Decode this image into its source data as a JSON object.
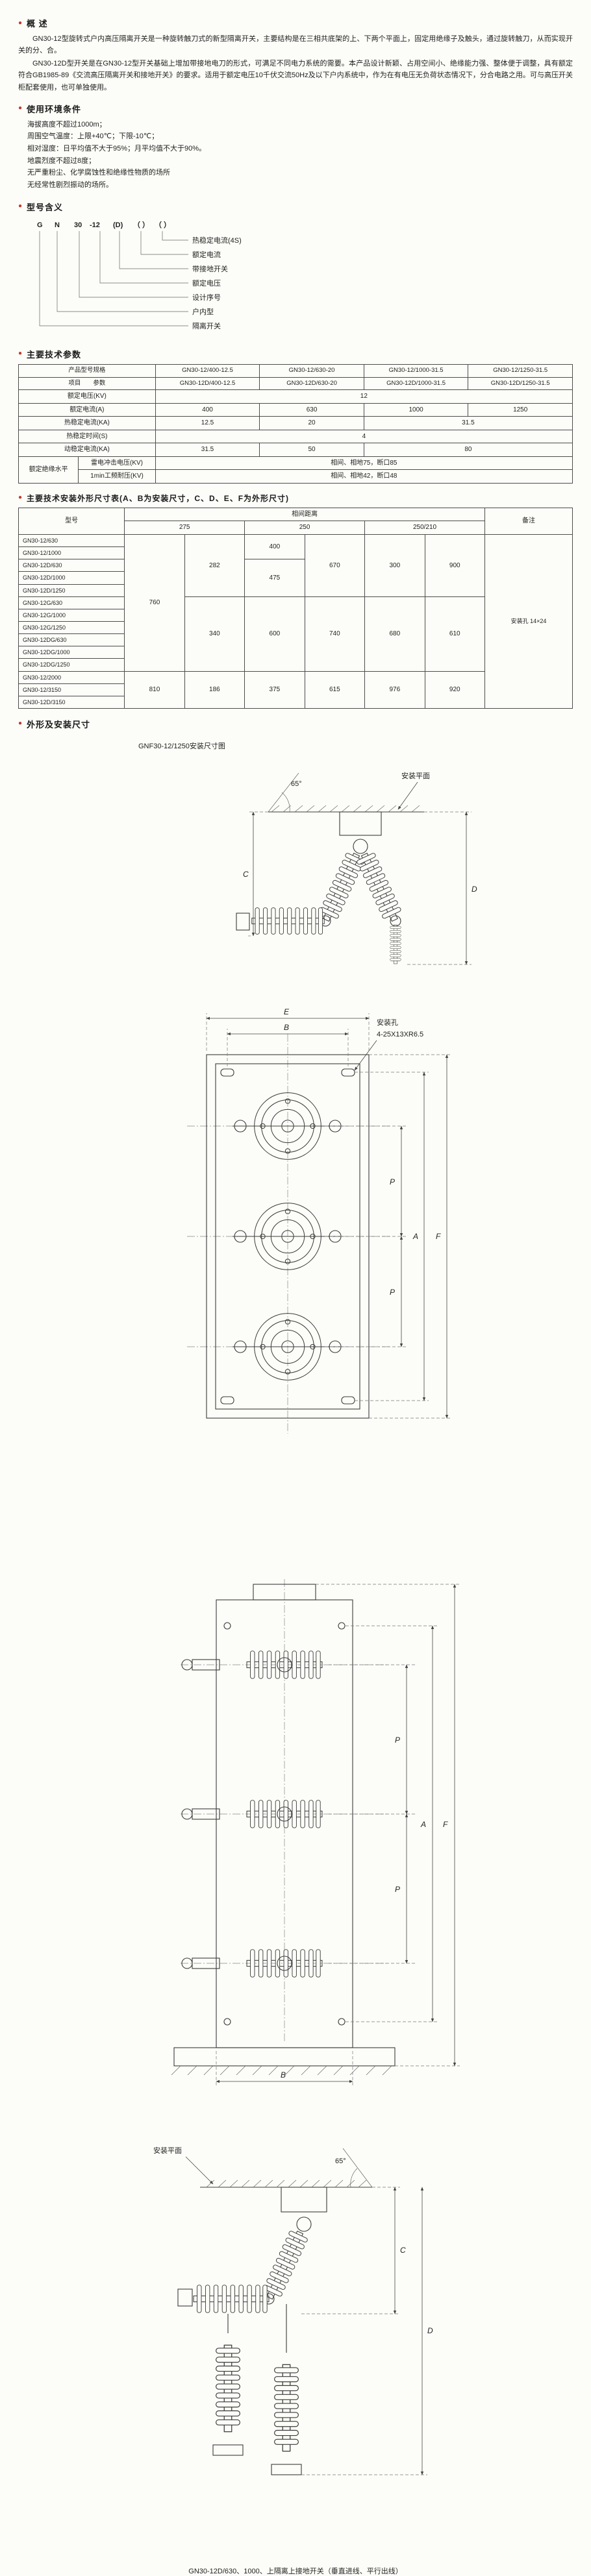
{
  "page": {
    "bullet": "●",
    "accent": "#c0392b"
  },
  "sections": {
    "overview": {
      "title": "概 述",
      "paragraphs": [
        "GN30-12型旋转式户内高压隔离开关是一种旋转触刀式的新型隔离开关，主要结构是在三相共底架的上、下两个平面上，固定用绝缘子及触头，通过旋转触刀，从而实现开关的分、合。",
        "GN30-12D型开关是在GN30-12型开关基础上增加带接地电刀的形式，可满足不同电力系统的需要。本产品设计新颖、占用空间小、绝缘能力强、整体便于调整，具有额定符合GB1985-89《交流高压隔离开关和接地开关》的要求。适用于额定电压10千伏交流50Hz及以下户内系统中，作为在有电压无负荷状态情况下，分合电路之用。可与高压开关柜配套使用，也可单独使用。"
      ]
    },
    "environment": {
      "title": "使用环境条件",
      "lines": [
        "海拔高度不超过1000m；",
        "周围空气温度：上限+40℃；下限-10℃；",
        "相对湿度：日平均值不大于95%；月平均值不大于90%。",
        "地震烈度不超过8度；",
        "无严重粉尘、化学腐蚀性和绝缘性物质的场所",
        "无经常性剧烈振动的场所。"
      ]
    },
    "model": {
      "title": "型号含义",
      "tokens": [
        "G",
        "N",
        "30",
        "-12",
        "(D)",
        "（ ）",
        "（ ）"
      ],
      "labels": [
        "热稳定电流(4S)",
        "额定电流",
        "带接地开关",
        "额定电压",
        "设计序号",
        "户内型",
        "隔离开关"
      ]
    },
    "params": {
      "title": "主要技术参数",
      "table": [
        [
          {
            "t": "产品型号规格",
            "h": true,
            "cs": 2,
            "cls": "corner"
          },
          {
            "t": "GN30-12/400-12.5",
            "h": true
          },
          {
            "t": "GN30-12/630-20",
            "h": true
          },
          {
            "t": "GN30-12/1000-31.5",
            "h": true
          },
          {
            "t": "GN30-12/1250-31.5",
            "h": true
          }
        ],
        [
          {
            "t": "项目　　参数",
            "h": true,
            "cs": 2,
            "cls": "corner"
          },
          {
            "t": "GN30-12D/400-12.5",
            "h": true
          },
          {
            "t": "GN30-12D/630-20",
            "h": true
          },
          {
            "t": "GN30-12D/1000-31.5",
            "h": true
          },
          {
            "t": "GN30-12D/1250-31.5",
            "h": true
          }
        ],
        [
          {
            "t": "额定电压(KV)",
            "cs": 2
          },
          {
            "t": "12",
            "cs": 4
          }
        ],
        [
          {
            "t": "额定电流(A)",
            "cs": 2
          },
          {
            "t": "400"
          },
          {
            "t": "630"
          },
          {
            "t": "1000"
          },
          {
            "t": "1250"
          }
        ],
        [
          {
            "t": "热稳定电流(KA)",
            "cs": 2
          },
          {
            "t": "12.5"
          },
          {
            "t": "20"
          },
          {
            "t": "31.5",
            "cs": 2
          }
        ],
        [
          {
            "t": "热稳定时间(S)",
            "cs": 2
          },
          {
            "t": "4",
            "cs": 4
          }
        ],
        [
          {
            "t": "动稳定电流(KA)",
            "cs": 2
          },
          {
            "t": "31.5"
          },
          {
            "t": "50"
          },
          {
            "t": "80",
            "cs": 2
          }
        ],
        [
          {
            "t": "额定绝缘水平",
            "rs": 2
          },
          {
            "t": "雷电冲击电压(KV)"
          },
          {
            "t": "相间、相地75，断口85",
            "cs": 4
          }
        ],
        [
          {
            "t": "1min工频耐压(KV)"
          },
          {
            "t": "相间、相地42，断口48",
            "cs": 4
          }
        ]
      ]
    },
    "dims": {
      "title": "主要技术安装外形尺寸表(A、B为安装尺寸，C、D、E、F为外形尺寸)",
      "table": [
        [
          {
            "t": "型号",
            "h": true,
            "rs": 2
          },
          {
            "t": "相间距离",
            "h": true,
            "cs": 6
          },
          {
            "t": "备注",
            "h": true,
            "rs": 2
          }
        ],
        [
          {
            "t": "275",
            "h": true,
            "cs": 2
          },
          {
            "t": "250",
            "h": true,
            "cs": 2
          },
          {
            "t": "250/210",
            "h": true,
            "cs": 2
          }
        ],
        [
          {
            "t": "GN30-12/630",
            "cls": "mod"
          },
          {
            "t": "760",
            "rs": 11
          },
          {
            "t": "282",
            "rs": 5
          },
          {
            "t": "400",
            "rs": 2
          },
          {
            "t": "670",
            "rs": 5
          },
          {
            "t": "300",
            "rs": 5
          },
          {
            "t": "900",
            "rs": 5
          },
          {
            "t": "安装孔 14×24",
            "rs": 14,
            "cls": "note"
          }
        ],
        [
          {
            "t": "GN30-12/1000",
            "cls": "mod"
          }
        ],
        [
          {
            "t": "GN30-12D/630",
            "cls": "mod"
          },
          {
            "t": "475",
            "rs": 3
          }
        ],
        [
          {
            "t": "GN30-12D/1000",
            "cls": "mod"
          }
        ],
        [
          {
            "t": "GN30-12D/1250",
            "cls": "mod"
          }
        ],
        [
          {
            "t": "GN30-12G/630",
            "cls": "mod"
          },
          {
            "t": "340",
            "rs": 6
          },
          {
            "t": "600",
            "rs": 6
          },
          {
            "t": "740",
            "rs": 6
          },
          {
            "t": "680",
            "rs": 6
          },
          {
            "t": "610",
            "rs": 6
          }
        ],
        [
          {
            "t": "GN30-12G/1000",
            "cls": "mod"
          }
        ],
        [
          {
            "t": "GN30-12G/1250",
            "cls": "mod"
          }
        ],
        [
          {
            "t": "GN30-12DG/630",
            "cls": "mod"
          }
        ],
        [
          {
            "t": "GN30-12DG/1000",
            "cls": "mod"
          }
        ],
        [
          {
            "t": "GN30-12DG/1250",
            "cls": "mod"
          }
        ],
        [
          {
            "t": "GN30-12/2000",
            "cls": "mod"
          },
          {
            "t": "810",
            "rs": 3
          },
          {
            "t": "186",
            "rs": 3
          },
          {
            "t": "375",
            "rs": 3
          },
          {
            "t": "615",
            "rs": 3
          },
          {
            "t": "976",
            "rs": 3
          },
          {
            "t": "920",
            "rs": 3
          }
        ],
        [
          {
            "t": "GN30-12/3150",
            "cls": "mod"
          }
        ],
        [
          {
            "t": "GN30-12D/3150",
            "cls": "mod"
          }
        ]
      ]
    },
    "outline": {
      "title": "外形及安装尺寸",
      "fig1_label": "GNF30-12/1250安装尺寸图",
      "caption": "GN30-12D/630、1000、上隔离上接地开关（垂直进线、平行出线）"
    }
  },
  "drawings": {
    "plane": "安装平面",
    "angle": "65°",
    "hole": "安装孔",
    "hole_spec": "4-25X13XR6.5",
    "A": "A",
    "B": "B",
    "C": "C",
    "D": "D",
    "E": "E",
    "F": "F",
    "P": "P"
  }
}
